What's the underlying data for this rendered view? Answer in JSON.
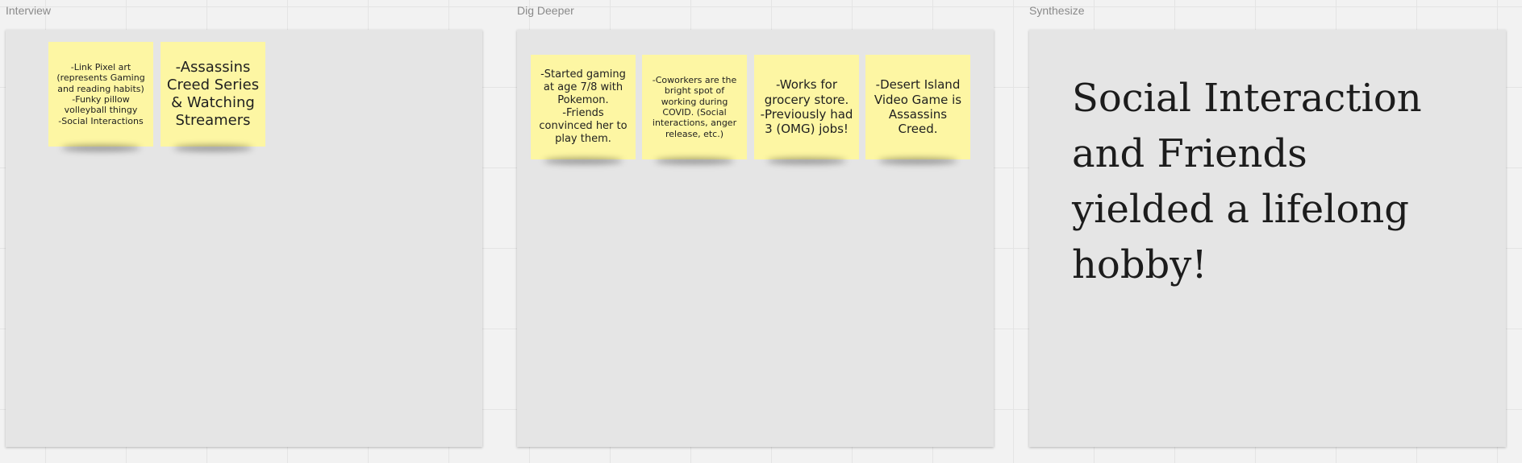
{
  "frames": [
    {
      "title": "Interview"
    },
    {
      "title": "Dig Deeper"
    },
    {
      "title": "Synthesize"
    }
  ],
  "stickies": {
    "interview": [
      "-Link Pixel art (represents Gaming and reading habits)\n-Funky pillow volleyball thingy\n-Social Interactions",
      "-Assassins Creed Series & Watching Streamers"
    ],
    "dig_deeper": [
      "-Started gaming at age 7/8 with Pokemon.\n-Friends convinced her to play them.",
      "-Coworkers are the bright spot of working during COVID. (Social interactions, anger release, etc.)",
      "-Works for grocery store.\n-Previously had 3 (OMG) jobs!",
      "-Desert Island Video Game is Assassins Creed."
    ]
  },
  "synthesis": {
    "text": "Social Interaction and Friends yielded a lifelong hobby!"
  },
  "colors": {
    "canvas": "#f2f2f2",
    "frame": "#e5e5e5",
    "sticky": "#fdf6a3"
  }
}
